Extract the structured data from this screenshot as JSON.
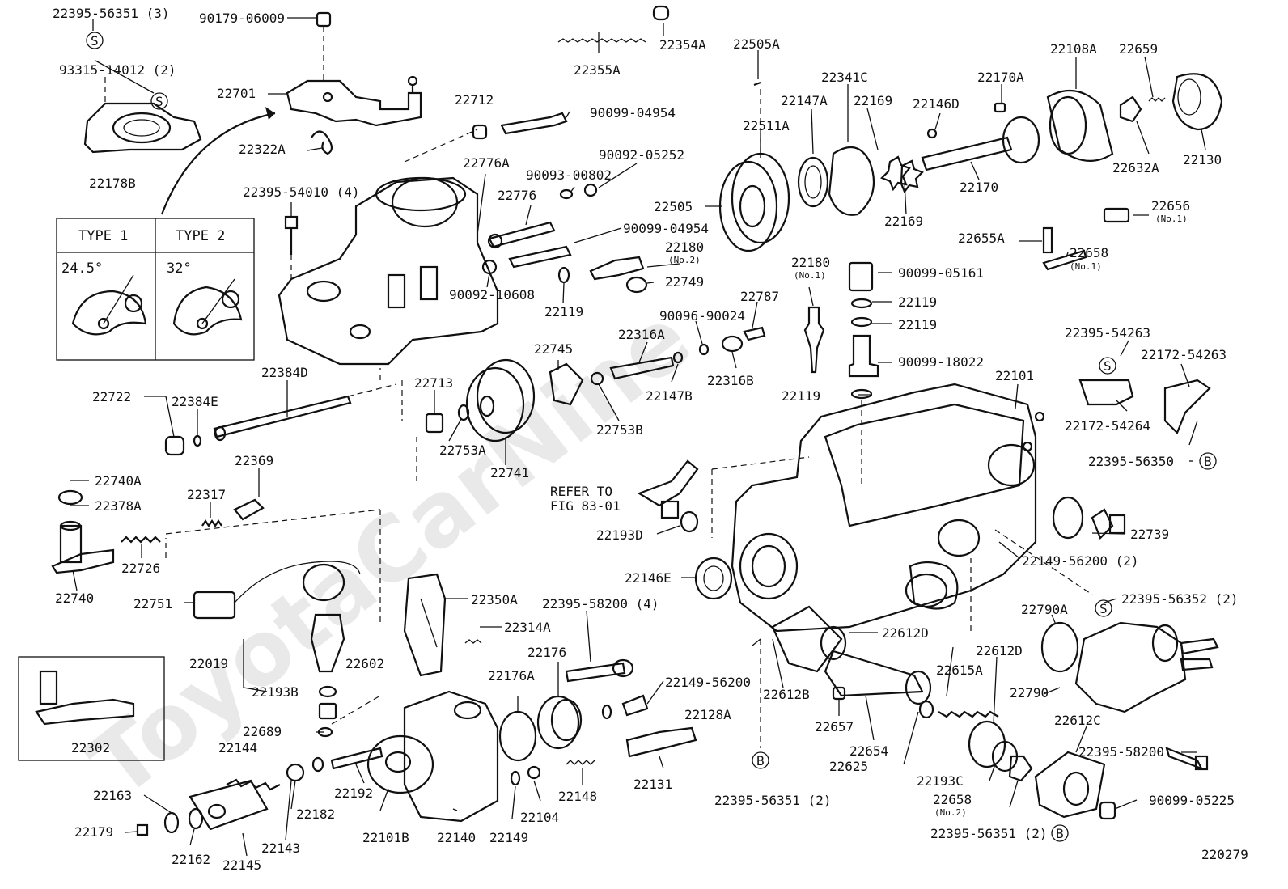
{
  "watermark": "ToyotaCarNine",
  "figure_id": "220279",
  "type_table": {
    "type1": "TYPE 1",
    "type2": "TYPE 2",
    "angle1": "24.5°",
    "angle2": "32°"
  },
  "refer_note": {
    "line1": "REFER TO",
    "line2": "FIG 83-01"
  },
  "labels": {
    "l01": "22395-56351 (3)",
    "l02": "90179-06009",
    "l03": "22354A",
    "l04": "22355A",
    "l05": "93315-14012 (2)",
    "l06": "22701",
    "l07": "22322A",
    "l08": "22178B",
    "l09": "22712",
    "l10": "90099-04954",
    "l11": "22505A",
    "l12": "22341C",
    "l13": "22147A",
    "l14": "22169",
    "l15": "22146D",
    "l16": "22170A",
    "l17": "22108A",
    "l18": "22659",
    "l19": "22511A",
    "l20": "22632A",
    "l21": "22130",
    "l22": "22170",
    "l23": "22505",
    "l24": "22169",
    "l25": "90092-05252",
    "l26": "22776A",
    "l27": "90093-00802",
    "l28": "22776",
    "l29": "22395-54010 (4)",
    "l30": "90099-04954",
    "l31": "22180",
    "l32": "(No.2)",
    "l33": "90092-10608",
    "l34": "22749",
    "l35": "22119",
    "l36": "22656",
    "l37": "(No.1)",
    "l38": "22655A",
    "l39": "22658",
    "l40": "(No.1)",
    "l41": "22180",
    "l42": "(No.1)",
    "l43": "90099-05161",
    "l44": "22787",
    "l45": "90096-90024",
    "l46": "22119",
    "l47": "22119",
    "l48": "22745",
    "l49": "22316A",
    "l50": "90099-18022",
    "l51": "22395-54263",
    "l52": "22384D",
    "l53": "22713",
    "l54": "22147B",
    "l55": "22316B",
    "l56": "22101",
    "l57": "22172-54263",
    "l58": "22722",
    "l59": "22384E",
    "l60": "22753B",
    "l61": "22119",
    "l62": "22172-54264",
    "l63": "22753A",
    "l64": "22741",
    "l65": "22395-56350",
    "l66": "22369",
    "l67": "22740A",
    "l68": "22378A",
    "l69": "22317",
    "l70": "22193D",
    "l71": "22739",
    "l72": "22726",
    "l73": "22149-56200 (2)",
    "l74": "22740",
    "l75": "22146E",
    "l76": "22350A",
    "l77": "22395-58200 (4)",
    "l78": "22395-56352 (2)",
    "l79": "22751",
    "l80": "22314A",
    "l81": "22790A",
    "l82": "22612D",
    "l83": "22176",
    "l84": "22612D",
    "l85": "22019",
    "l86": "22602",
    "l87": "22176A",
    "l88": "22149-56200",
    "l89": "22615A",
    "l90": "22193B",
    "l91": "22612B",
    "l92": "22790",
    "l93": "22128A",
    "l94": "22612C",
    "l95": "22689",
    "l96": "22657",
    "l97": "22395-58200",
    "l98": "22302",
    "l99": "22144",
    "l100": "22654",
    "l101": "22625",
    "l102": "22193C",
    "l103": "22131",
    "l104": "22658",
    "l105": "(No.2)",
    "l106": "22148",
    "l107": "22163",
    "l108": "22192",
    "l109": "22395-56351 (2)",
    "l110": "90099-05225",
    "l111": "22182",
    "l112": "22179",
    "l113": "22104",
    "l114": "22101B",
    "l115": "22140",
    "l116": "22149",
    "l117": "22143",
    "l118": "22162",
    "l119": "22145",
    "l120": "22395-56351 (2)"
  },
  "symbols": {
    "s": "S",
    "b": "B"
  }
}
